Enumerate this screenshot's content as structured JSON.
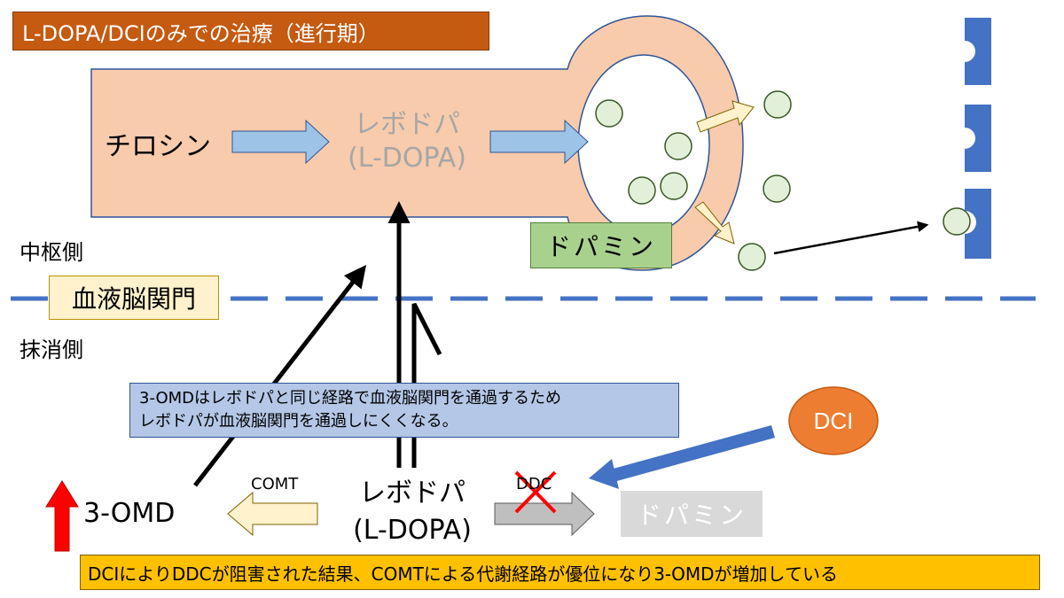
{
  "title": "L-DOPA/DCIのみでの治療（進行期）",
  "zones": {
    "central": "中枢側",
    "peripheral": "抹消側",
    "bbb": "血液脳関門"
  },
  "central_pathway": {
    "tyrosine": "チロシン",
    "levodopa_line1": "レボドパ",
    "levodopa_line2": "(L-DOPA)",
    "dopamine": "ドパミン"
  },
  "peripheral_pathway": {
    "levodopa_line1": "レボドパ",
    "levodopa_line2": "(L-DOPA)",
    "omd": "3-OMD",
    "comt": "COMT",
    "ddc": "DDC",
    "dopamine": "ドパミン",
    "dci": "DCI"
  },
  "note": {
    "line1": "3-OMDはレボドパと同じ経路で血液脳関門を通過するため",
    "line2": "レボドパが血液脳関門を通過しにくくなる。"
  },
  "conclusion": "DCIによりDDCが阻害された結果、COMTによる代謝経路が優位になり3-OMDが増加している",
  "colors": {
    "neuron_fill": "#f8cbad",
    "neuron_stroke": "#2f5597",
    "vesicle_fill": "#e2f0d9",
    "vesicle_stroke": "#385723",
    "receptor": "#4472c4",
    "blue_arrow": "#9dc3e6",
    "light_arrow": "#fff2cc",
    "dci_fill": "#ed7d31",
    "red": "#ff0000",
    "gray_arrow": "#bfbfbf"
  },
  "icons": [
    "blue-arrow-icon",
    "up-arrow-icon",
    "cross-icon",
    "receptor-icon",
    "vesicle-icon"
  ]
}
